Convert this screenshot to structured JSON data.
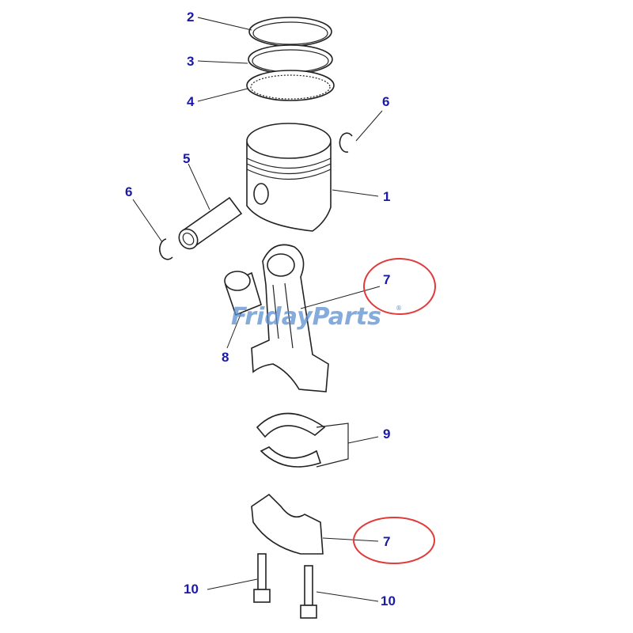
{
  "labels": {
    "piston": "1",
    "ring_top": "2",
    "ring_second": "3",
    "ring_oil": "4",
    "piston_pin": "5",
    "snap_ring_right": "6",
    "snap_ring_left": "6",
    "connecting_rod": "7",
    "bushing": "8",
    "bearing": "9",
    "rod_cap": "7",
    "bolt_left": "10",
    "bolt_right": "10"
  },
  "highlight_color": "#e03a3a",
  "label_color": "#1a1aa6",
  "watermark": {
    "text": "FridayParts",
    "mark": "®"
  }
}
